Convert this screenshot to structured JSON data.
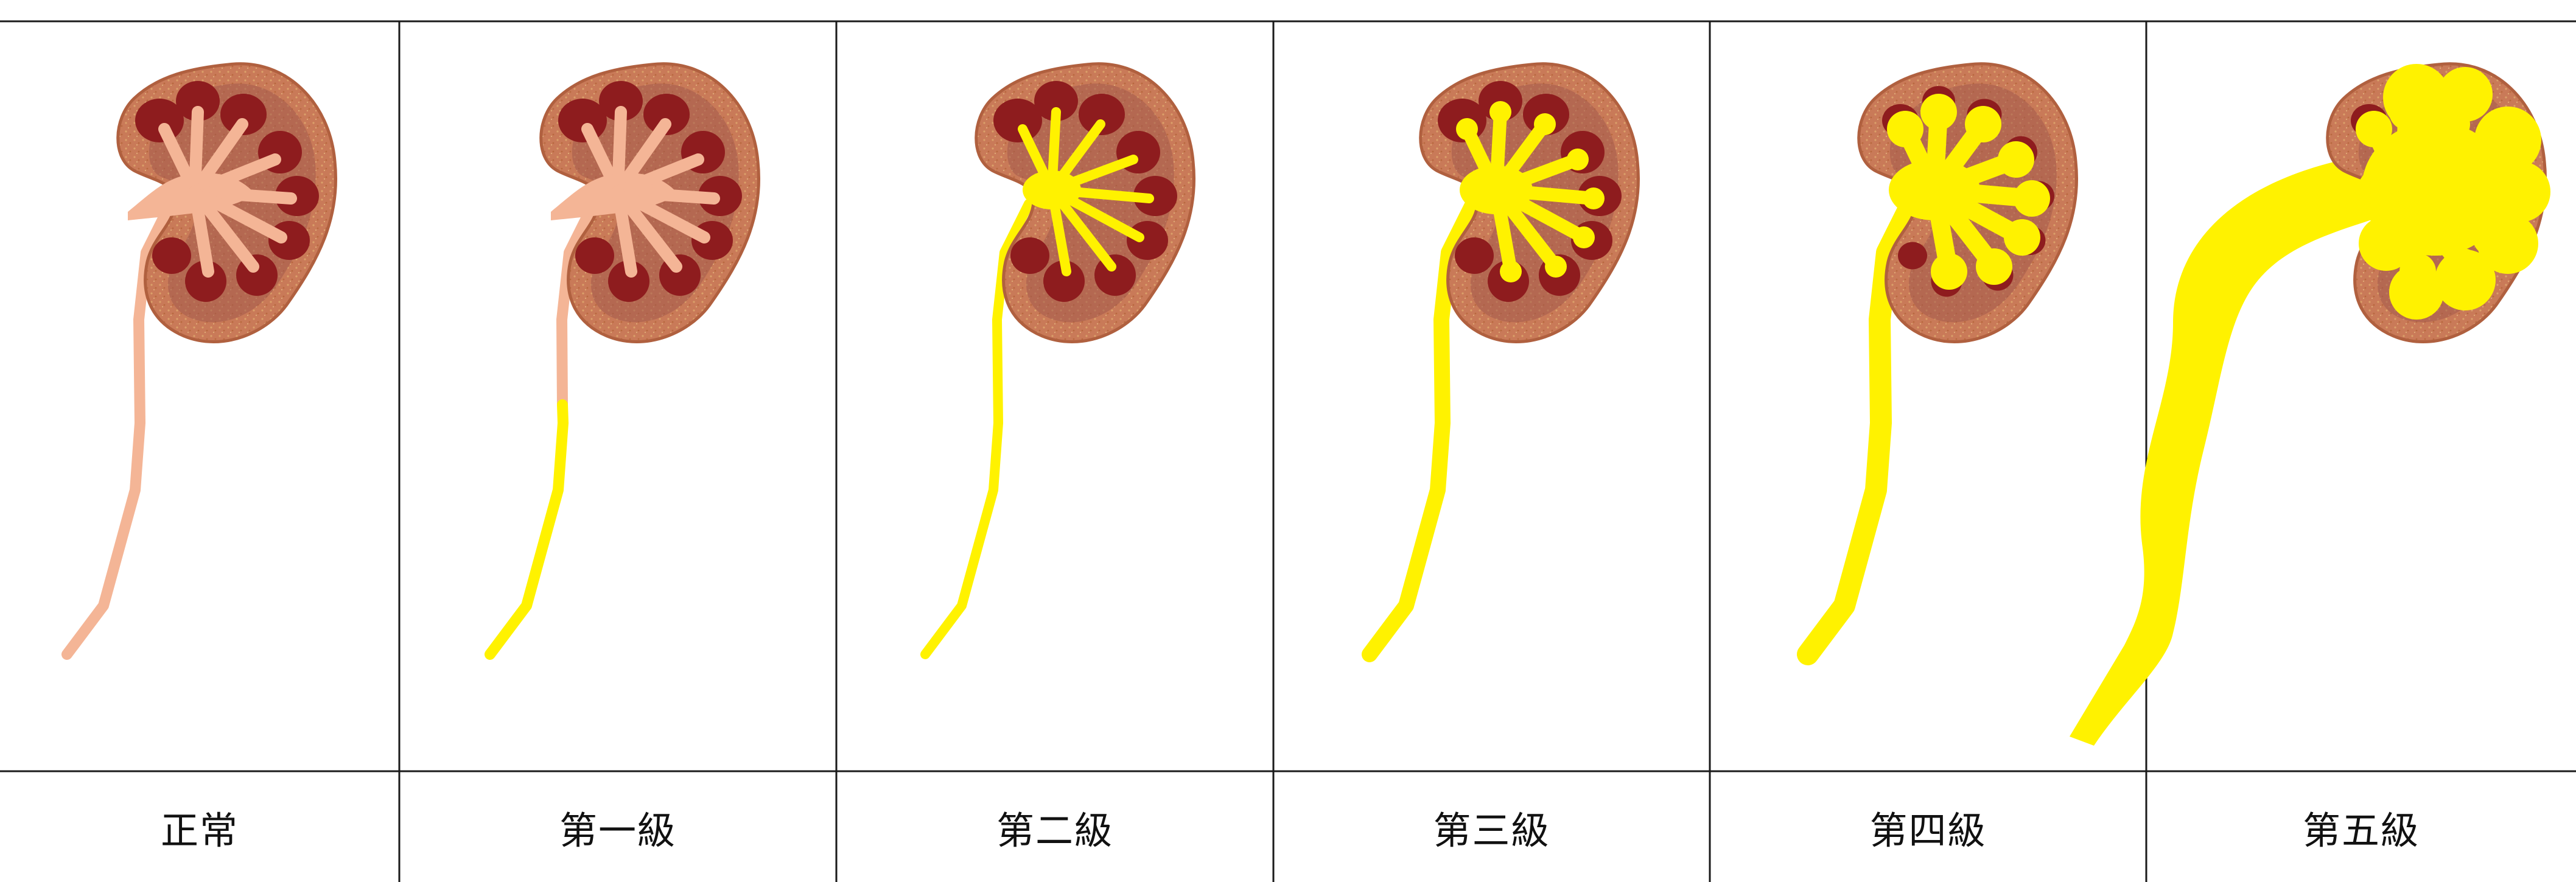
{
  "diagram": {
    "columns": [
      {
        "label": "正常",
        "grade": 0
      },
      {
        "label": "第一級",
        "grade": 1
      },
      {
        "label": "第二級",
        "grade": 2
      },
      {
        "label": "第三級",
        "grade": 3
      },
      {
        "label": "第四級",
        "grade": 4
      },
      {
        "label": "第五級",
        "grade": 5
      }
    ]
  },
  "colors": {
    "grid_line": "#1a1a1a",
    "kidney_cortex": "#c97a58",
    "kidney_cortex_edge": "#b0603f",
    "kidney_inner": "#a35a4d",
    "pyramid": "#8e1c1e",
    "pelvis_normal": "#f4b596",
    "urine_reflux": "#fff200"
  }
}
